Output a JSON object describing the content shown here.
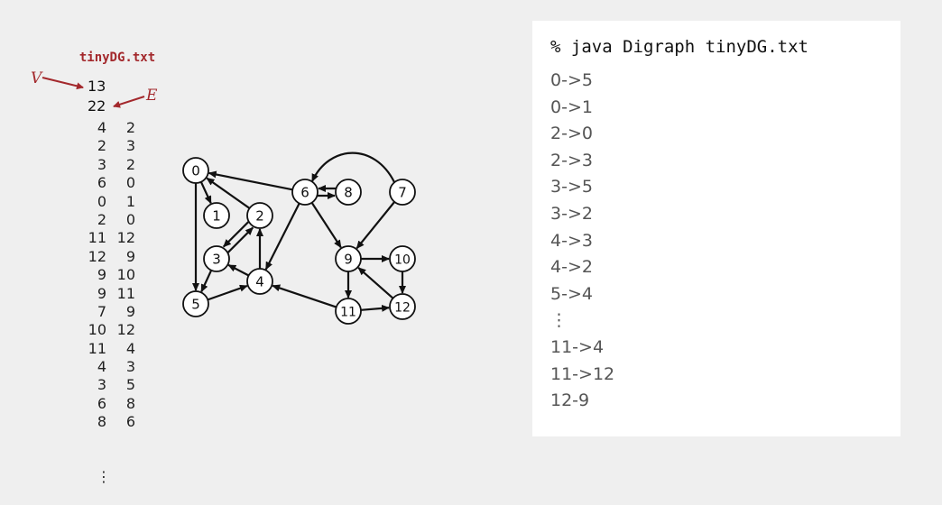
{
  "file": {
    "title": "tinyDG.txt",
    "v_label": "V",
    "e_label": "E",
    "v_value": "13",
    "e_value": "22",
    "edges": [
      [
        "4",
        "2"
      ],
      [
        "2",
        "3"
      ],
      [
        "3",
        "2"
      ],
      [
        "6",
        "0"
      ],
      [
        "0",
        "1"
      ],
      [
        "2",
        "0"
      ],
      [
        "11",
        "12"
      ],
      [
        "12",
        "9"
      ],
      [
        "9",
        "10"
      ],
      [
        "9",
        "11"
      ],
      [
        "7",
        "9"
      ],
      [
        "10",
        "12"
      ],
      [
        "11",
        "4"
      ],
      [
        "4",
        "3"
      ],
      [
        "3",
        "5"
      ],
      [
        "6",
        "8"
      ],
      [
        "8",
        "6"
      ]
    ],
    "ellipsis": "⋮"
  },
  "graph": {
    "vertices": [
      "0",
      "1",
      "2",
      "3",
      "4",
      "5",
      "6",
      "7",
      "8",
      "9",
      "10",
      "11",
      "12"
    ],
    "edges": [
      [
        0,
        5
      ],
      [
        0,
        1
      ],
      [
        2,
        0
      ],
      [
        2,
        3
      ],
      [
        3,
        5
      ],
      [
        3,
        2
      ],
      [
        4,
        3
      ],
      [
        4,
        2
      ],
      [
        5,
        4
      ],
      [
        6,
        0
      ],
      [
        6,
        4
      ],
      [
        6,
        8
      ],
      [
        6,
        9
      ],
      [
        7,
        6
      ],
      [
        7,
        9
      ],
      [
        8,
        6
      ],
      [
        9,
        10
      ],
      [
        9,
        11
      ],
      [
        10,
        12
      ],
      [
        11,
        4
      ],
      [
        11,
        12
      ],
      [
        12,
        9
      ]
    ]
  },
  "terminal": {
    "command": "% java Digraph tinyDG.txt",
    "lines_top": [
      "0->5",
      "0->1",
      "2->0",
      "2->3",
      "3->5",
      "3->2",
      "4->3",
      "4->2",
      "5->4"
    ],
    "ellipsis": "⋮",
    "lines_bottom": [
      "11->4",
      "11->12",
      "12-9"
    ]
  },
  "colors": {
    "accent": "#a3282c",
    "background": "#efefef",
    "terminal_bg": "#ffffff"
  }
}
